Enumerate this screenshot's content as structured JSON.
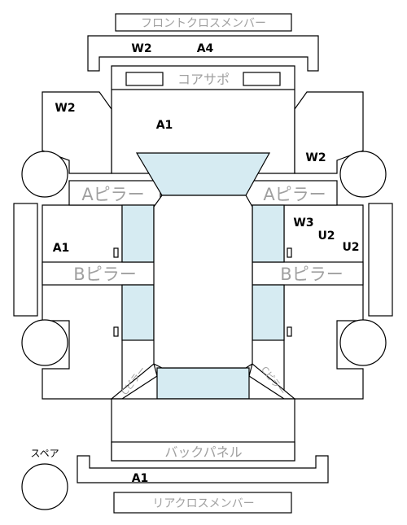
{
  "parts": {
    "front_cross_member": "フロントクロスメンバー",
    "core_support": "コアサポ",
    "a_pillar_left": "Aピラー",
    "a_pillar_right": "Aピラー",
    "b_pillar_left": "Bピラー",
    "b_pillar_right": "Bピラー",
    "c_pillar_left": "Cピラー",
    "c_pillar_right": "Cピラー",
    "back_panel": "バックパネル",
    "rear_cross_member": "リアクロスメンバー",
    "spare": "スペア"
  },
  "codes": {
    "front_member_w": "W2",
    "front_member_a": "A4",
    "left_fender": "W2",
    "hood": "A1",
    "right_fender": "W2",
    "right_front_door_w": "W3",
    "right_front_door_u": "U2",
    "right_front_door_u2": "U2",
    "left_front_door": "A1",
    "rear_member": "A1"
  },
  "colors": {
    "glass": "#d6ebf2",
    "outline": "#000000",
    "part_label": "#a0a0a0"
  }
}
